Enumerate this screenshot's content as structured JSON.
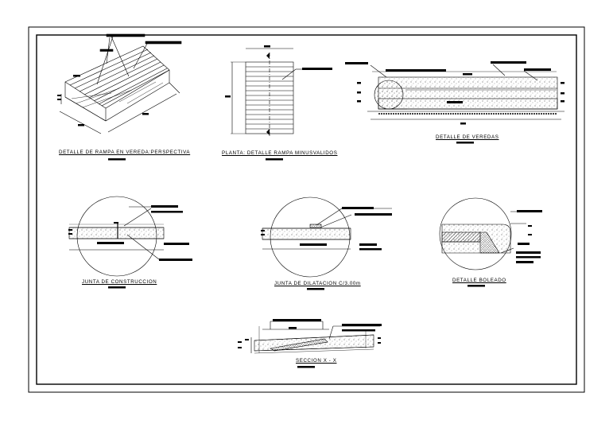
{
  "sheet": {
    "captions": {
      "perspective": "DETALLE DE RAMPA EN VEREDA:PERSPECTIVA",
      "plan": "PLANTA: DETALLE RAMPA MINUSVALIDOS",
      "sidewalk": "DETALLE DE VEREDAS",
      "construction_joint": "JUNTA DE CONSTRUCCION",
      "expansion_joint": "JUNTA DE DILATACION C/3.00m",
      "rounded_edge": "DETALLE BOLEADO",
      "section": "SECCION X - X"
    },
    "colors": {
      "line": "#000000",
      "hatch": "#000000",
      "background": "#ffffff"
    }
  }
}
